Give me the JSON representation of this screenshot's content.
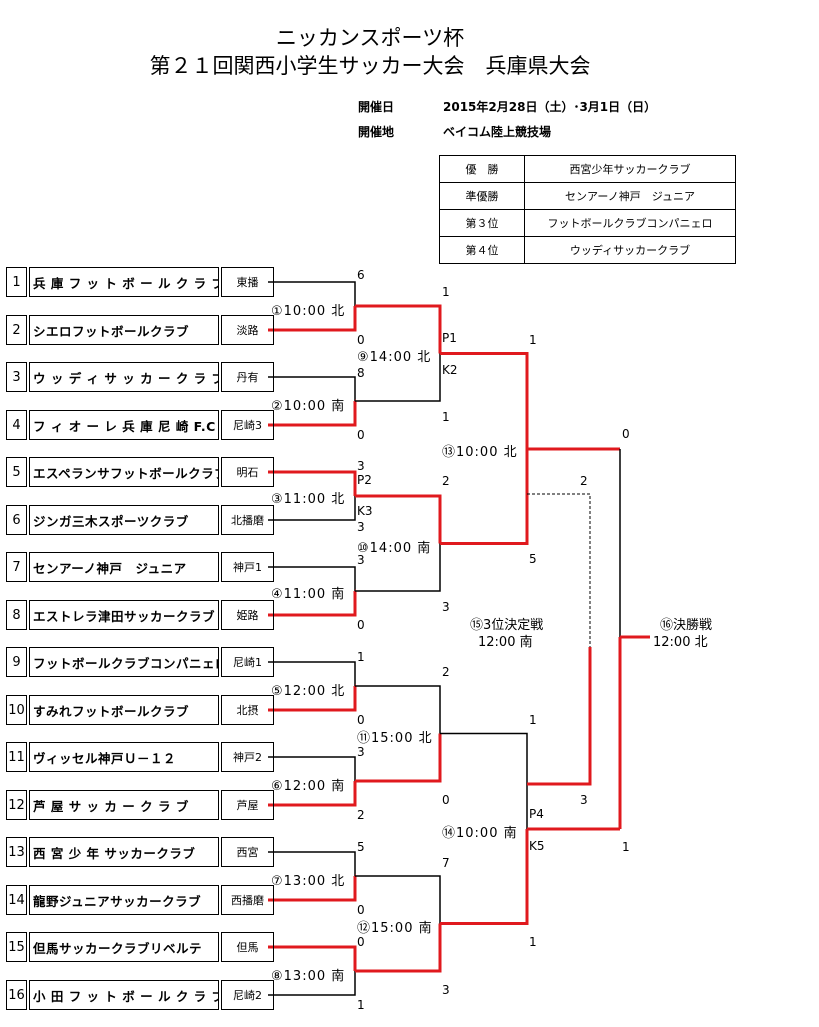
{
  "title_line1": "ニッカンスポーツ杯",
  "title_line2": "第２１回関西小学生サッカー大会　兵庫県大会",
  "info": {
    "date_label": "開催日",
    "date_value": "2015年2月28日（土）･3月1日（日）",
    "venue_label": "開催地",
    "venue_value": "ベイコム陸上競技場"
  },
  "results": [
    {
      "rank": "優　勝",
      "team": "西宮少年サッカークラブ"
    },
    {
      "rank": "準優勝",
      "team": "センアーノ神戸　ジュニア"
    },
    {
      "rank": "第３位",
      "team": "フットボールクラブコンパニェロ"
    },
    {
      "rank": "第４位",
      "team": "ウッディサッカークラブ"
    }
  ],
  "teams": [
    {
      "num": "1",
      "name": "兵 庫 フ ッ ト ボ ー ル ク ラ ブ",
      "region": "東播"
    },
    {
      "num": "2",
      "name": "シエロフットボールクラブ",
      "region": "淡路"
    },
    {
      "num": "3",
      "name": "ウ ッ デ ィ サ ッ カ ー ク ラ ブ",
      "region": "丹有"
    },
    {
      "num": "4",
      "name": "フ ィ オ ー レ 兵 庫 尼 崎 F.C",
      "region": "尼崎3"
    },
    {
      "num": "5",
      "name": "エスペランサフットボールクラブ",
      "region": "明石"
    },
    {
      "num": "6",
      "name": "ジンガ三木スポーツクラブ",
      "region": "北播磨"
    },
    {
      "num": "7",
      "name": "センアーノ神戸　ジュニア",
      "region": "神戸1"
    },
    {
      "num": "8",
      "name": "エストレラ津田サッカークラブ",
      "region": "姫路"
    },
    {
      "num": "9",
      "name": "フットボールクラブコンパニェロ",
      "region": "尼崎1"
    },
    {
      "num": "10",
      "name": "すみれフットボールクラブ",
      "region": "北摂"
    },
    {
      "num": "11",
      "name": "ヴィッセル神戸Ｕ－１２",
      "region": "神戸2"
    },
    {
      "num": "12",
      "name": "芦 屋 サ ッ カ ー ク ラ ブ",
      "region": "芦屋"
    },
    {
      "num": "13",
      "name": "西 宮 少 年 サッカークラブ",
      "region": "西宮"
    },
    {
      "num": "14",
      "name": "龍野ジュニアサッカークラブ",
      "region": "西播磨"
    },
    {
      "num": "15",
      "name": "但馬サッカークラブリベルテ",
      "region": "但馬"
    },
    {
      "num": "16",
      "name": "小 田 フ ッ ト ボ ー ル ク ラ ブ",
      "region": "尼崎2"
    }
  ],
  "matches": {
    "m1": "①10:00 北",
    "m2": "②10:00 南",
    "m3": "③11:00 北",
    "m4": "④11:00 南",
    "m5": "⑤12:00 北",
    "m6": "⑥12:00 南",
    "m7": "⑦13:00 北",
    "m8": "⑧13:00 南",
    "m9": "⑨14:00 北",
    "m10": "⑩14:00 南",
    "m11": "⑪15:00 北",
    "m12": "⑫15:00 南",
    "m13": "⑬10:00 北",
    "m14": "⑭10:00 南",
    "m15_name": "⑮3位決定戦",
    "m15_time": "12:00 南",
    "m16_name": "⑯決勝戦",
    "m16_time": "12:00 北"
  },
  "scores": {
    "r1": [
      "6",
      "0",
      "8",
      "0",
      "3",
      "3",
      "3",
      "0",
      "1",
      "0",
      "3",
      "2",
      "5",
      "0",
      "0",
      "1"
    ],
    "r2": [
      "1",
      "1",
      "2",
      "3",
      "2",
      "0",
      "7",
      "3"
    ],
    "r3": [
      "1",
      "5",
      "1",
      "1"
    ],
    "third": [
      "2",
      "3"
    ],
    "final": [
      "0",
      "1"
    ],
    "pk": {
      "m3_top": "P2",
      "m3_bot": "K3",
      "m9_top": "P1",
      "m9_bot": "K2",
      "m14_top": "P4",
      "m14_bot": "K5"
    }
  },
  "colors": {
    "winner": "#e0191e",
    "line": "#000000"
  }
}
